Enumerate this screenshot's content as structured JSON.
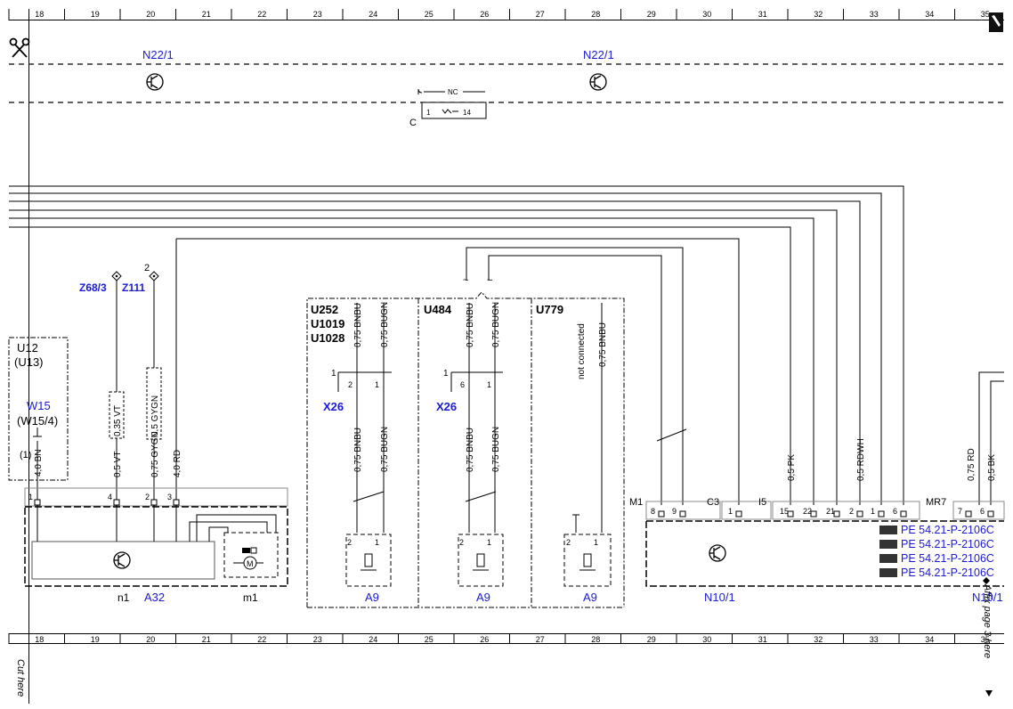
{
  "grid": {
    "columns": [
      "18",
      "19",
      "20",
      "21",
      "22",
      "23",
      "24",
      "25",
      "26",
      "27",
      "28",
      "29",
      "30",
      "31",
      "32",
      "33",
      "34",
      "35"
    ]
  },
  "top": {
    "left_unit": "N22/1",
    "right_unit": "N22/1",
    "switch_label": "C",
    "switch_nc": "NC",
    "switch_pin_a": "1",
    "switch_pin_b": "14"
  },
  "connectors_top": {
    "z68": "Z68/3",
    "z111": "Z111",
    "z111_num": "2"
  },
  "u12_box": {
    "line1": "U12",
    "line2": "(U13)",
    "w15": "W15",
    "w15b": "(W15/4)",
    "pin": "(1)"
  },
  "wires": {
    "a32_1": "4,0 BN",
    "a32_4": "0,5 VT",
    "a32_4_top": "0,35 VT",
    "a32_2": "0,75 GYGN",
    "a32_2_top": "0,5 GYGN",
    "a32_3": "4,0 RD",
    "bnbu": "0,75 BNBU",
    "bugn": "0,75 BUGN",
    "not_connected": "not connected",
    "u779_bnbu": "0,75 BNBU",
    "pk": "0,5 PK",
    "rdwh": "0,5 RDWH",
    "rd": "0,75 RD",
    "bk": "0,5 BK"
  },
  "a32": {
    "pins": [
      "1",
      "4",
      "2",
      "3"
    ],
    "n1": "n1",
    "label": "A32",
    "m1": "m1",
    "motor": "M"
  },
  "group_u252": {
    "line1": "U252",
    "line2": "U1019",
    "line3": "U1028",
    "x26": "X26",
    "pin_num": "1",
    "pin_a": "2",
    "pin_b": "1",
    "valve_pin_a": "2",
    "valve_pin_b": "1",
    "a9": "A9"
  },
  "group_u484": {
    "line1": "U484",
    "x26": "X26",
    "pin_num": "1",
    "pin_a": "6",
    "pin_b": "1",
    "valve_pin_a": "2",
    "valve_pin_b": "1",
    "a9": "A9"
  },
  "group_u779": {
    "line1": "U779",
    "valve_pin_a": "2",
    "valve_pin_b": "1",
    "a9": "A9"
  },
  "n10": {
    "m1": "M1",
    "c3": "C3",
    "i5": "I5",
    "mr7": "MR7",
    "pins_m1": [
      "8",
      "9"
    ],
    "pins_c3": [
      "1"
    ],
    "pins_i5": [
      "15",
      "22",
      "21",
      "2",
      "1",
      "6"
    ],
    "pins_mr7": [
      "7",
      "6"
    ],
    "refs": [
      "PE 54.21-P-2106C",
      "PE 54.21-P-2106C",
      "PE 54.21-P-2106C",
      "PE 54.21-P-2106C"
    ],
    "label": "N10/1",
    "label_right": "N10/1"
  },
  "margins": {
    "cut_here": "Cut here",
    "affix": "Affix page 3 here"
  },
  "colors": {
    "ink": "#000000",
    "link_blue": "#1a1ad6"
  }
}
